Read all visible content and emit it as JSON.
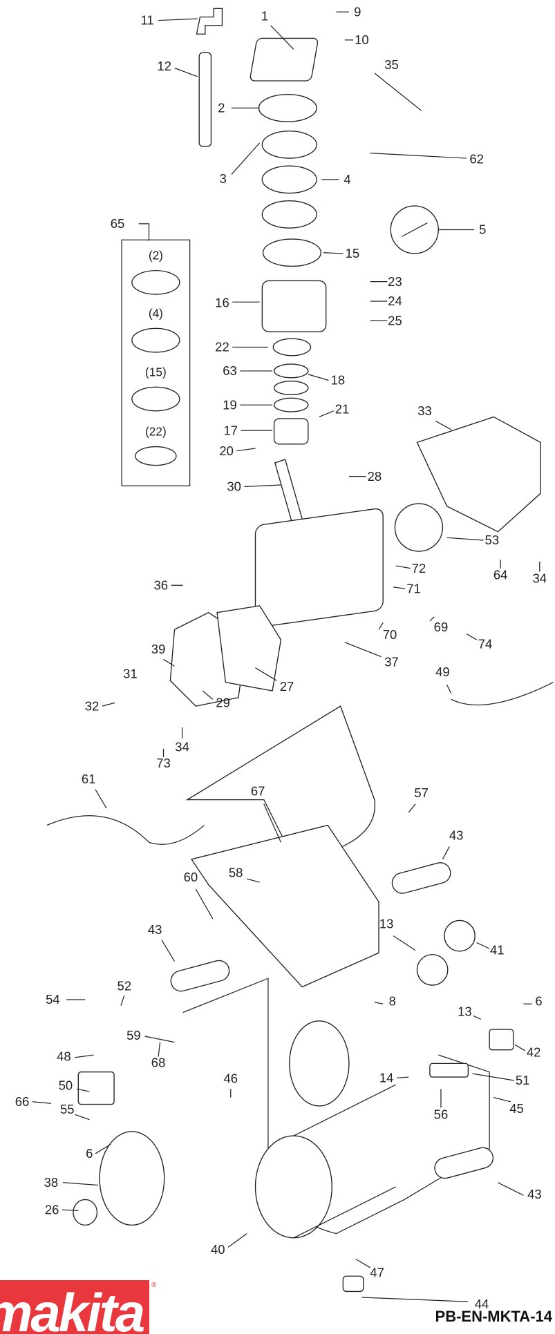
{
  "callouts": [
    "11",
    "1",
    "9",
    "10",
    "35",
    "12",
    "2",
    "62",
    "3",
    "4",
    "5",
    "65",
    "15",
    "23",
    "24",
    "25",
    "16",
    "22",
    "63",
    "18",
    "19",
    "17",
    "21",
    "20",
    "33",
    "28",
    "30",
    "53",
    "72",
    "64",
    "34",
    "71",
    "36",
    "70",
    "69",
    "74",
    "37",
    "27",
    "39",
    "31",
    "29",
    "32",
    "34",
    "49",
    "73",
    "61",
    "67",
    "57",
    "43",
    "58",
    "60",
    "43",
    "13",
    "41",
    "52",
    "54",
    "8",
    "6",
    "13",
    "42",
    "59",
    "48",
    "68",
    "51",
    "14",
    "56",
    "45",
    "46",
    "50",
    "66",
    "55",
    "6",
    "38",
    "43",
    "26",
    "40",
    "47",
    "44"
  ],
  "kit_box": {
    "items": [
      "(2)",
      "(4)",
      "(15)",
      "(22)"
    ]
  },
  "logo_text": "makita",
  "footer_code": "PB-EN-MKTA-14",
  "colors": {
    "brand": "#e8383d",
    "ink": "#222222"
  }
}
